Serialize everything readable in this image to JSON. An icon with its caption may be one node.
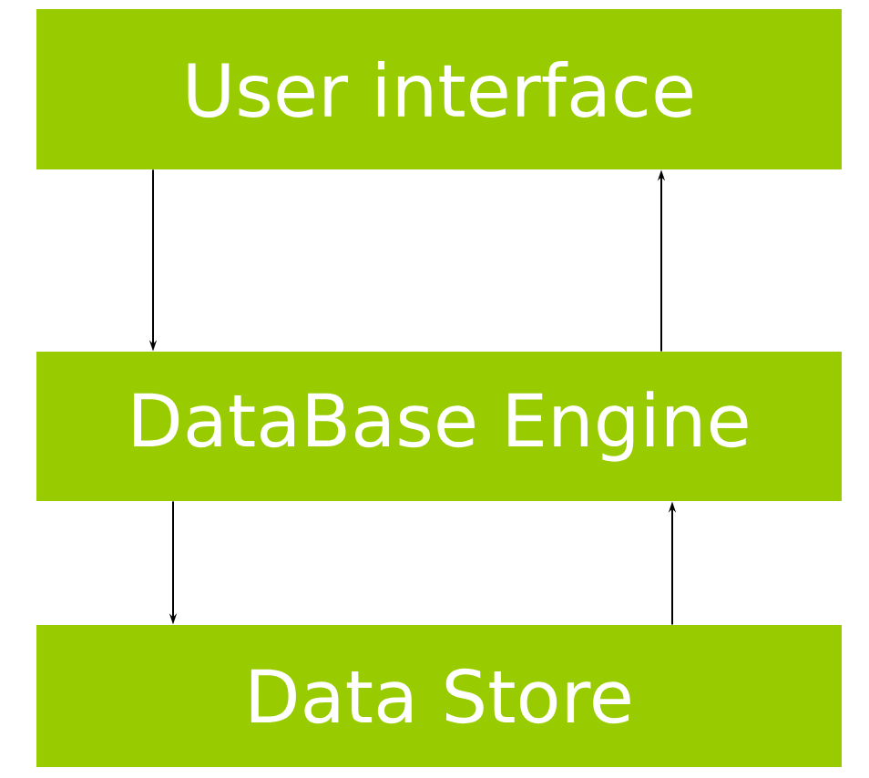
{
  "diagram": {
    "nodes": [
      {
        "text": [
          "User interface"
        ]
      },
      {
        "text": [
          "DataBase Engine"
        ]
      },
      {
        "text": [
          "Data Store"
        ]
      }
    ],
    "edges": [
      {
        "from": 0,
        "to": 1,
        "arrow": "to"
      },
      {
        "from": 1,
        "to": 0,
        "arrow": "to"
      },
      {
        "from": 1,
        "to": 2,
        "arrow": "to"
      },
      {
        "from": 2,
        "to": 1,
        "arrow": "to"
      }
    ]
  }
}
